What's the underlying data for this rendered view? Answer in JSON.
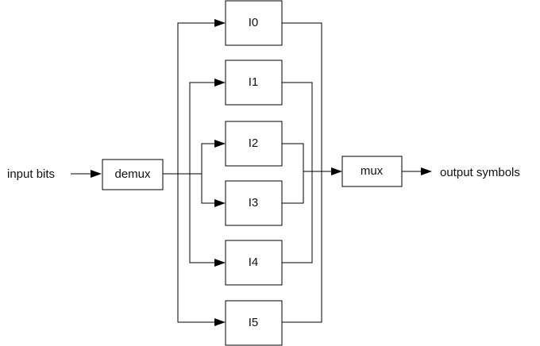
{
  "input_label": "input bits",
  "output_label": "output symbols",
  "demux_label": "demux",
  "mux_label": "mux",
  "branches": [
    {
      "label": "I0"
    },
    {
      "label": "I1"
    },
    {
      "label": "I2"
    },
    {
      "label": "I3"
    },
    {
      "label": "I4"
    },
    {
      "label": "I5"
    }
  ],
  "colors": {
    "stroke": "#000000",
    "text": "#111111",
    "background": "#ffffff"
  }
}
